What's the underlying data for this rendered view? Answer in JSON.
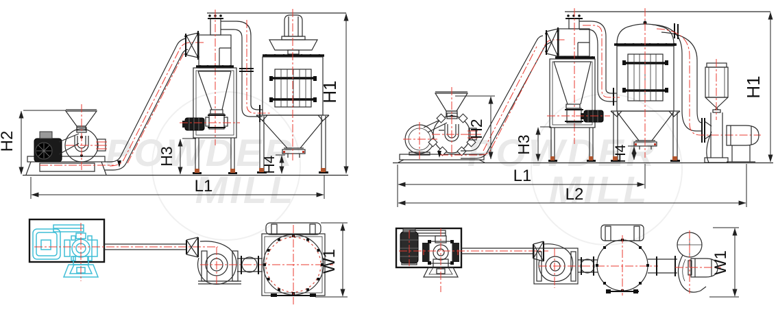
{
  "watermark": {
    "line1": "POWDER",
    "line2": "MILL"
  },
  "colors": {
    "drawing_line": "#2b2b2b",
    "centerline_red": "#e8392f",
    "plan_highlight_cyan": "#3fbdd6",
    "watermark_gray": "#e9e9e9",
    "anchor_mark_brown": "#b0542c"
  },
  "side_view_left": {
    "dims": {
      "h1": "H1",
      "h2": "H2",
      "h3": "H3",
      "h4": "H4",
      "l1": "L1"
    }
  },
  "side_view_right": {
    "dims": {
      "h1": "H1",
      "h2": "H2",
      "h3": "H3",
      "h4": "H4",
      "l1": "L1",
      "l2": "L2"
    }
  },
  "plan_view_left": {
    "dims": {
      "w1": "W1"
    }
  },
  "plan_view_right": {
    "dims": {
      "w1": "W1"
    }
  }
}
